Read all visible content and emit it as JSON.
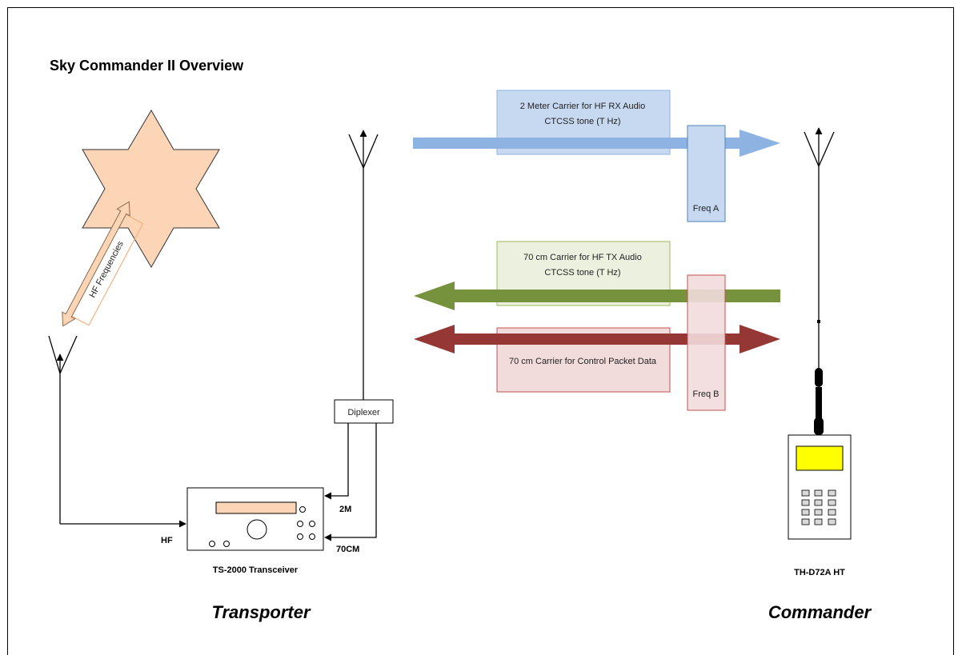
{
  "title": "Sky Commander II  Overview",
  "carriers": {
    "two_meter_line1": "2 Meter Carrier for HF RX Audio",
    "two_meter_line2": "CTCSS tone (T Hz)",
    "seventy_tx_line1": "70 cm Carrier for HF TX Audio",
    "seventy_tx_line2": "CTCSS tone (T Hz)",
    "seventy_ctrl": "70 cm Carrier for Control Packet Data"
  },
  "freq_a": "Freq A",
  "freq_b": "Freq B",
  "hf_frequencies": "HF Frequencies",
  "diplexer": "Diplexer",
  "ports": {
    "hf": "HF",
    "two_m": "2M",
    "seventy_cm": "70CM"
  },
  "transceiver_label": "TS-2000 Transceiver",
  "ht_label": "TH-D72A  HT",
  "transporter": "Transporter",
  "commander": "Commander",
  "colors": {
    "blue_arrow": "#8db3e2",
    "blue_box": "#c6d9f1",
    "blue_border": "#4f81bd",
    "green_arrow": "#76923c",
    "green_box": "#ebf1de",
    "green_border": "#9bbb59",
    "red_arrow": "#953734",
    "red_box": "#f2dcdb",
    "red_border": "#c0504d",
    "star": "#fbd5b5",
    "ht_screen": "#ffff00"
  }
}
